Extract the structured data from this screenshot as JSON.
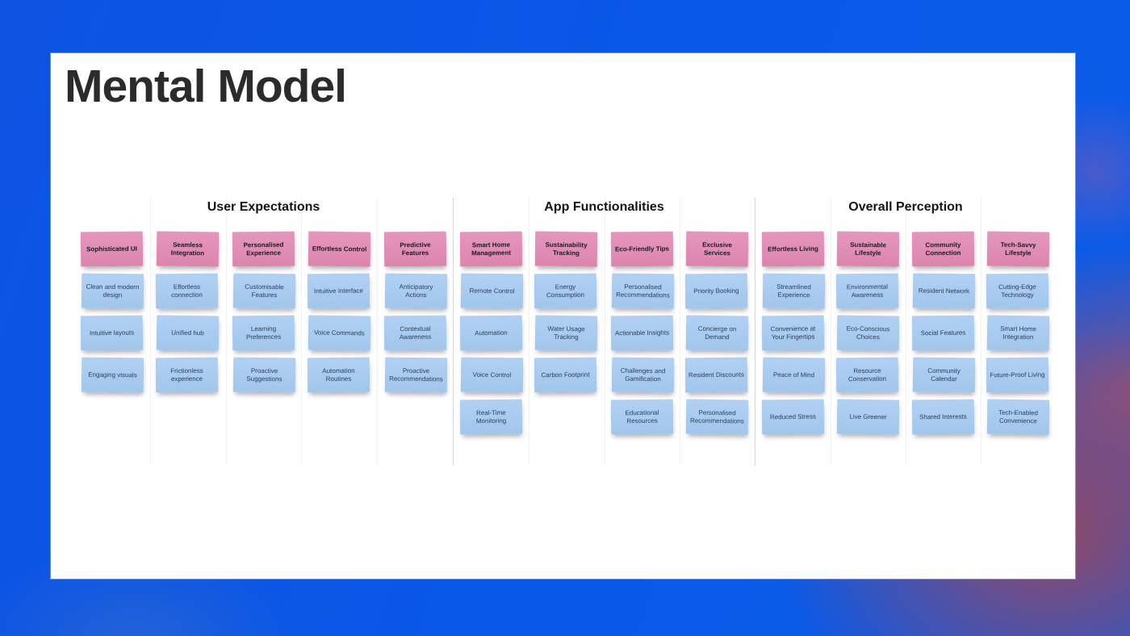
{
  "page": {
    "title": "Mental Model"
  },
  "colors": {
    "background_blue": "#0a58e8",
    "background_accent_maroon": "#99485f",
    "card_white": "#ffffff",
    "note_pink": "#df8bb4",
    "note_blue": "#a8ccef",
    "section_divider": "#d6d6d6",
    "title_text": "#2b2b2b"
  },
  "sections": [
    {
      "title": "User Expectations",
      "columns": [
        {
          "header": "Sophisticated UI",
          "notes": [
            "Clean and modern design",
            "Intuitive layouts",
            "Engaging visuals"
          ]
        },
        {
          "header": "Seamless Integration",
          "notes": [
            "Effortless connection",
            "Unified hub",
            "Frictionless experience"
          ]
        },
        {
          "header": "Personalised Experience",
          "notes": [
            "Customisable Features",
            "Learning Preferences",
            "Proactive Suggestions"
          ]
        },
        {
          "header": "Effortless Control",
          "notes": [
            "Intuitive Interface",
            "Voice Commands",
            "Automation Routines"
          ]
        },
        {
          "header": "Predictive Features",
          "notes": [
            "Anticipatory Actions",
            "Contextual Awareness",
            "Proactive Recommendations"
          ]
        }
      ]
    },
    {
      "title": "App Functionalities",
      "columns": [
        {
          "header": "Smart Home Management",
          "notes": [
            "Remote Control",
            "Automation",
            "Voice Control",
            "Real-Time Monitoring"
          ]
        },
        {
          "header": "Sustainability Tracking",
          "notes": [
            "Energy Consumption",
            "Water Usage Tracking",
            "Carbon Footprint"
          ]
        },
        {
          "header": "Eco-Friendly Tips",
          "notes": [
            "Personalised Recommendations",
            "Actionable Insights",
            "Challenges and Gamification",
            "Educational Resources"
          ]
        },
        {
          "header": "Exclusive Services",
          "notes": [
            "Priority Booking",
            "Concierge on Demand",
            "Resident Discounts",
            "Personalised Recommendations"
          ]
        }
      ]
    },
    {
      "title": "Overall Perception",
      "columns": [
        {
          "header": "Effortless Living",
          "notes": [
            "Streamlined Experience",
            "Convenience at Your Fingertips",
            "Peace of Mind",
            "Reduced Stress"
          ]
        },
        {
          "header": "Sustainable Lifestyle",
          "notes": [
            "Environmental Awareness",
            "Eco-Conscious Choices",
            "Resource Conservation",
            "Live Greener"
          ]
        },
        {
          "header": "Community Connection",
          "notes": [
            "Resident Network",
            "Social Features",
            "Community Calendar",
            "Shared Interests"
          ]
        },
        {
          "header": "Tech-Savvy Lifestyle",
          "notes": [
            "Cutting-Edge Technology",
            "Smart Home Integration",
            "Future-Proof Living",
            "Tech-Enabled Convenience"
          ]
        }
      ]
    }
  ]
}
